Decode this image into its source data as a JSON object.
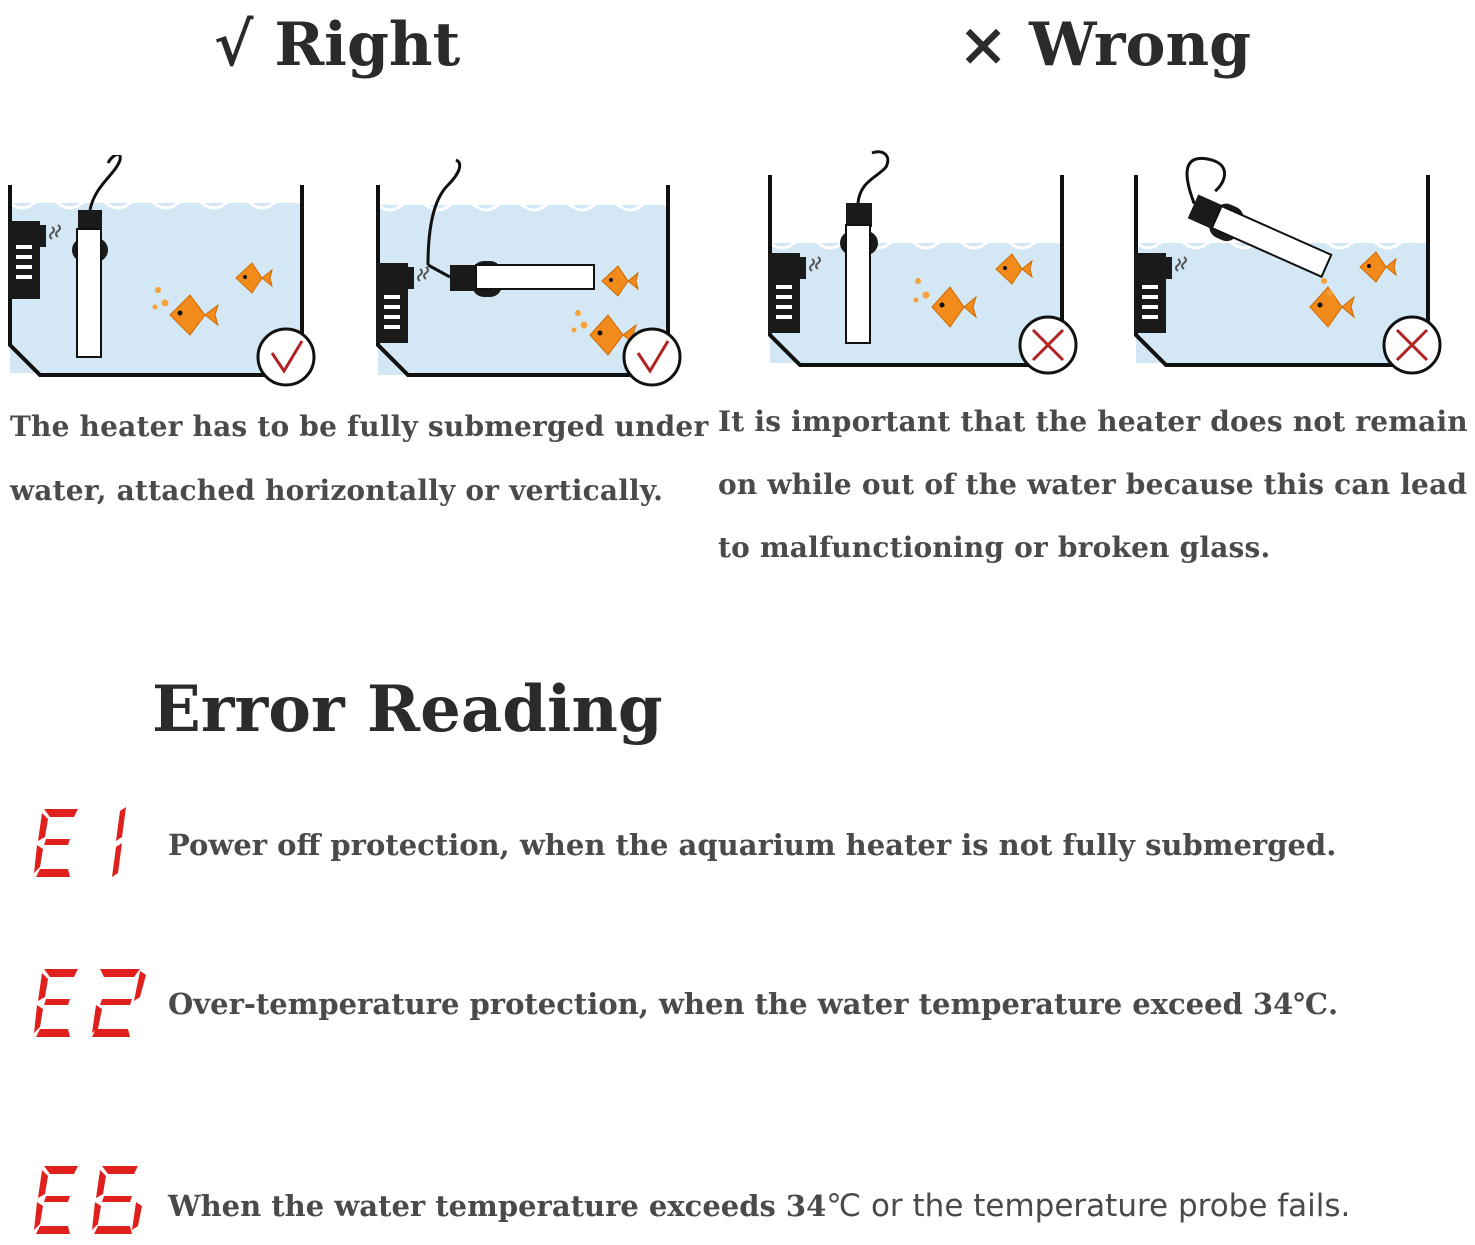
{
  "headings": {
    "right": "√ Right",
    "wrong": "× Wrong",
    "error": "Error Reading"
  },
  "right_description": {
    "line1": "The heater has to be fully submerged under",
    "line2": "water, attached horizontally or vertically."
  },
  "wrong_description": {
    "line1": "It is important that the heater does not remain",
    "line2": "on while out of the water because this can lead",
    "line3": "to malfunctioning or broken glass."
  },
  "errors": [
    {
      "code": "E1",
      "text": "Power off protection, when the aquarium heater is not fully submerged."
    },
    {
      "code": "E2",
      "text": "Over-temperature protection, when the water temperature exceed 34℃."
    },
    {
      "code": "E6",
      "text_bold": "When the water temperature exceeds 34",
      "text_plain": "℃ or the temperature probe fails."
    }
  ],
  "colors": {
    "water": "#cfe6f3",
    "fish": "#f28a1c",
    "check": "#b22222",
    "error_code": "#e0201c",
    "heater": "#1a1a1a"
  },
  "icons": [
    "check-mark-icon",
    "cross-mark-icon",
    "fish-icon",
    "heater-icon",
    "filter-icon"
  ]
}
